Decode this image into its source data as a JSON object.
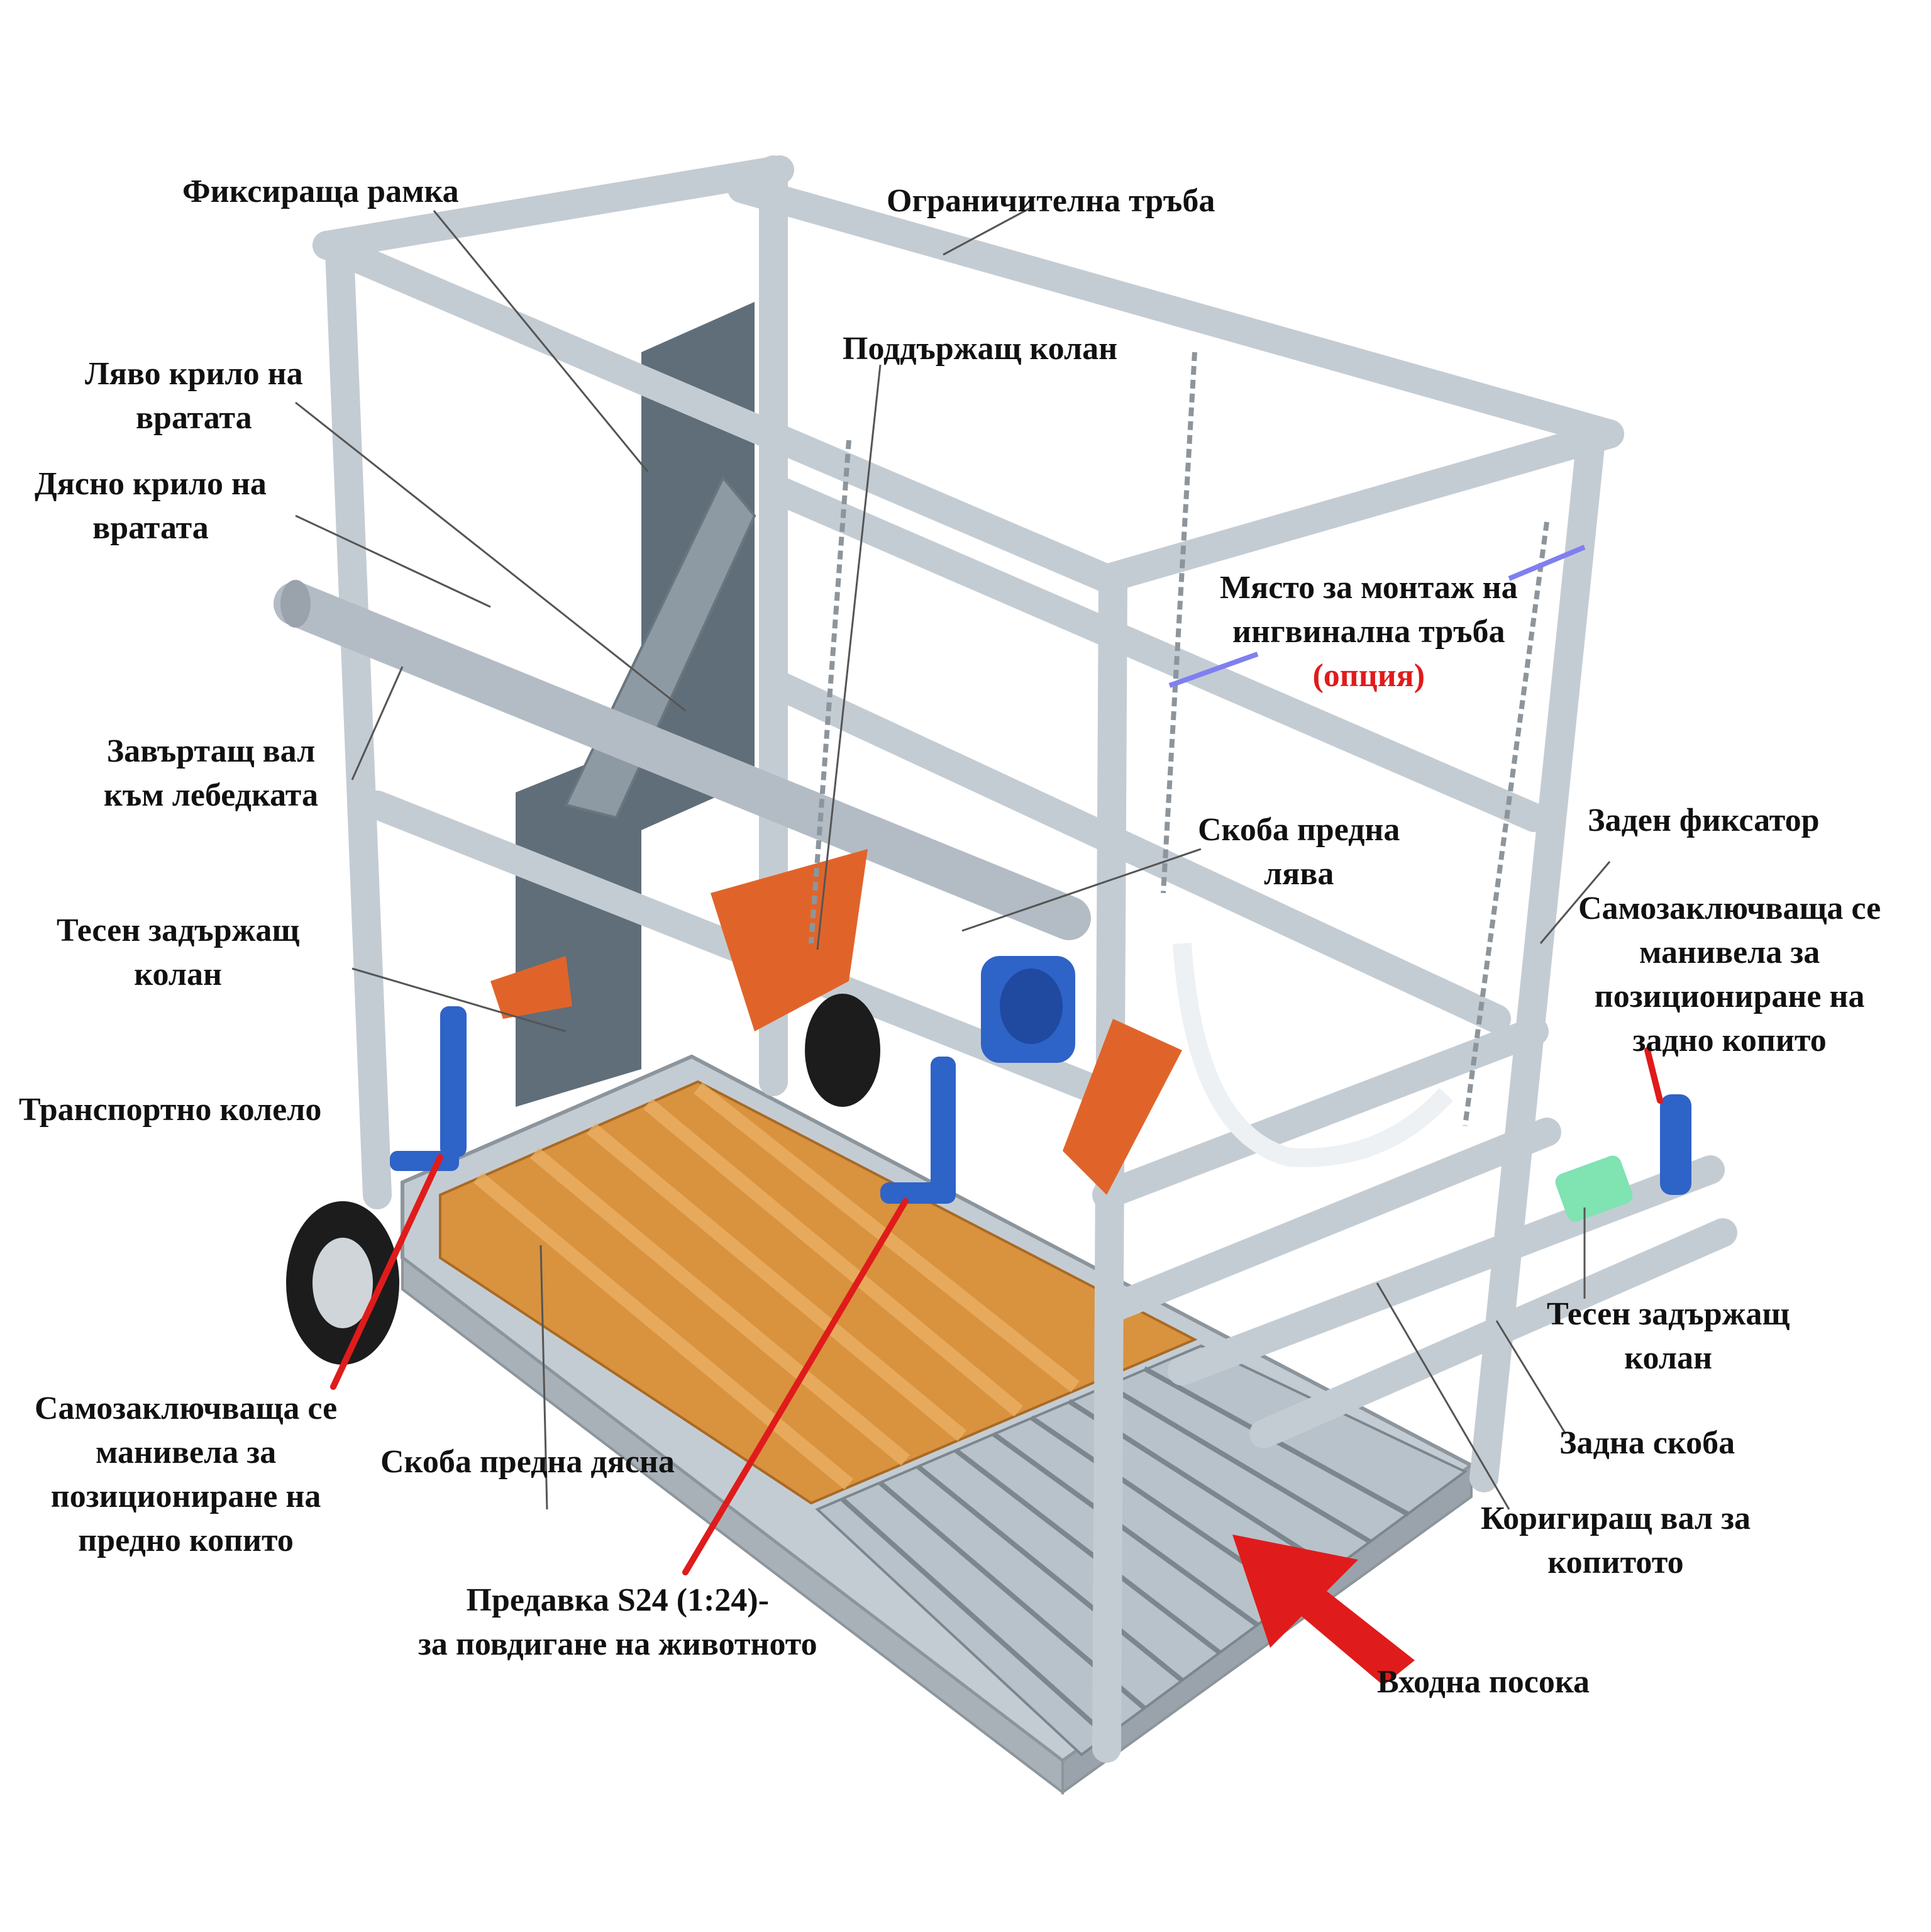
{
  "figure": {
    "colors": {
      "frame": "#c4ccd3",
      "floor": "#d9923e",
      "grate": "#b8c2ca",
      "sling": "#e0642a",
      "panel": "#5f6e79",
      "winch": "#2e63c8",
      "accent": "#e01b1b",
      "green": "#7fe3b2",
      "leader": "#555555"
    }
  },
  "labels": {
    "fixing_frame": "Фиксираща рамка",
    "limit_tube": "Ограничителна тръба",
    "left_gate_wing_1": "Ляво крило на",
    "left_gate_wing_2": "вратата",
    "right_gate_wing_1": "Дясно крило на",
    "right_gate_wing_2": "вратата",
    "support_belt": "Поддържащ колан",
    "inguinal_1": "Място за монтаж на",
    "inguinal_2": "ингвинална тръба",
    "inguinal_option": "(опция)",
    "winch_shaft_1": "Завъртащ вал",
    "winch_shaft_2": "към лебедката",
    "front_left_clamp_1": "Скоба предна",
    "front_left_clamp_2": "лява",
    "rear_fixator": "Заден фиксатор",
    "rear_crank_1": "Самозаключваща се",
    "rear_crank_2": "манивела за",
    "rear_crank_3": "позициониране на",
    "rear_crank_4": "задно копито",
    "narrow_belt_left_1": "Тесен задържащ",
    "narrow_belt_left_2": "колан",
    "transport_wheel": "Транспортно колело",
    "narrow_belt_right_1": "Тесен задържащ",
    "narrow_belt_right_2": "колан",
    "rear_clamp": "Задна скоба",
    "front_crank_1": "Самозаключваща се",
    "front_crank_2": "манивела за",
    "front_crank_3": "позициониране на",
    "front_crank_4": "предно копито",
    "front_right_clamp": "Скоба предна дясна",
    "gear_1": "Предавка  S24 (1:24)-",
    "gear_2": "за повдигане на животното",
    "hoof_shaft_1": "Коригиращ вал за",
    "hoof_shaft_2": "копитото",
    "entry_direction": "Входна посока"
  }
}
